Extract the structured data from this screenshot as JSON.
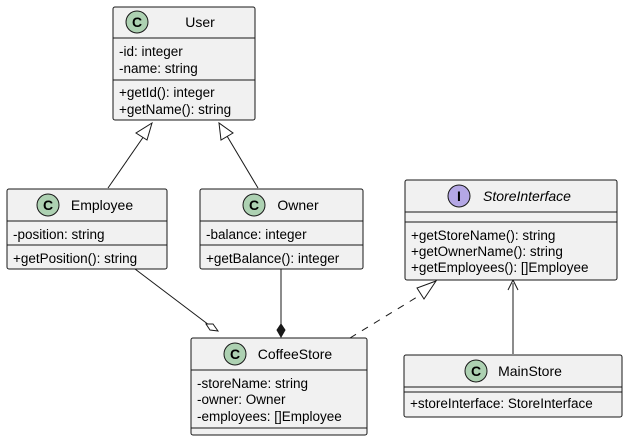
{
  "diagram": {
    "type": "uml-class-diagram",
    "classes": {
      "user": {
        "stereotype": "C",
        "name": "User",
        "fields": [
          "-id: integer",
          "-name: string"
        ],
        "methods": [
          "+getId(): integer",
          "+getName(): string"
        ]
      },
      "employee": {
        "stereotype": "C",
        "name": "Employee",
        "fields": [
          "-position: string"
        ],
        "methods": [
          "+getPosition(): string"
        ]
      },
      "owner": {
        "stereotype": "C",
        "name": "Owner",
        "fields": [
          "-balance: integer"
        ],
        "methods": [
          "+getBalance(): integer"
        ]
      },
      "store_interface": {
        "stereotype": "I",
        "name": "StoreInterface",
        "fields": [],
        "methods": [
          "+getStoreName(): string",
          "+getOwnerName(): string",
          "+getEmployees(): []Employee"
        ]
      },
      "coffee_store": {
        "stereotype": "C",
        "name": "CoffeeStore",
        "fields": [
          "-storeName: string",
          "-owner: Owner",
          "-employees: []Employee"
        ],
        "methods": []
      },
      "main_store": {
        "stereotype": "C",
        "name": "MainStore",
        "fields": [],
        "methods": [
          "+storeInterface: StoreInterface"
        ]
      }
    },
    "relations": [
      {
        "from": "Employee",
        "to": "User",
        "kind": "inheritance"
      },
      {
        "from": "Owner",
        "to": "User",
        "kind": "inheritance"
      },
      {
        "from": "CoffeeStore",
        "to": "StoreInterface",
        "kind": "realization"
      },
      {
        "from": "Employee",
        "to": "CoffeeStore",
        "kind": "aggregation"
      },
      {
        "from": "Owner",
        "to": "CoffeeStore",
        "kind": "composition"
      },
      {
        "from": "MainStore",
        "to": "StoreInterface",
        "kind": "association"
      }
    ],
    "colors": {
      "box_fill": "#f1f1f1",
      "border": "#181818",
      "class_badge": "#add1b2",
      "interface_badge": "#b4a7e5"
    }
  }
}
